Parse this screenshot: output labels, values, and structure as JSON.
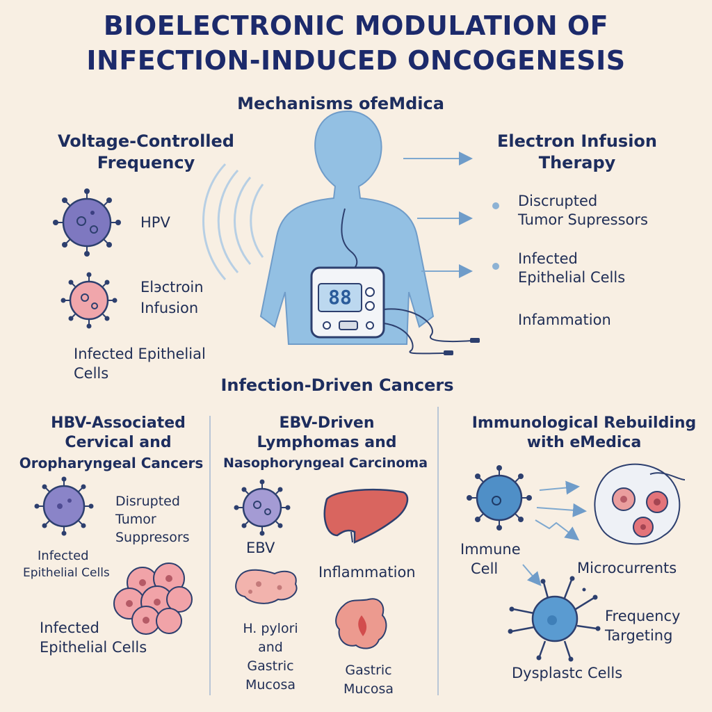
{
  "title": {
    "line1": "BIOELECTRONIC MODULATION OF",
    "line2": "INFECTION-INDUCED ONCOGENESIS"
  },
  "mechanisms": {
    "heading": "Mechanisms ofeMdica",
    "left": {
      "heading_line1": "Voltage-Controlled",
      "heading_line2": "Frequency",
      "item1": "HPV",
      "item2_line1": "Elэctroin",
      "item2_line2": "Infusion",
      "item3_line1": "Infected Epithelial",
      "item3_line2": "Cells"
    },
    "device_display": "88",
    "right": {
      "heading_line1": "Electron Infusion",
      "heading_line2": "Therapy",
      "item1_line1": "Discrupted",
      "item1_line2": "Tumor Supressors",
      "item2_line1": "Infected",
      "item2_line2": "Epithelial Cells",
      "item3": "Infammation"
    }
  },
  "cancers": {
    "heading": "Infection-Driven Cancers",
    "col1": {
      "heading_line1": "HBV-Associated",
      "heading_line2": "Cervical and",
      "heading_line3": "Oropharyngeal Cancers",
      "label1_line1": "Disrupted",
      "label1_line2": "Tumor",
      "label1_line3": "Suppresors",
      "label2_line1": "Infected",
      "label2_line2": "Epithelial Cells",
      "label3_line1": "Infected",
      "label3_line2": "Epithelial Cells"
    },
    "col2": {
      "heading_line1": "EBV-Driven",
      "heading_line2": "Lymphomas and",
      "heading_line3": "Nasophoryngeal Carcinoma",
      "label1": "EBV",
      "label2": "Inflammation",
      "label3_line1": "H. pylori",
      "label3_line2": "and",
      "label3_line3": "Gastric",
      "label3_line4": "Mucosa",
      "label4_line1": "Gastric",
      "label4_line2": "Mucosa"
    },
    "col3": {
      "heading_line1": "Immunological Rebuilding",
      "heading_line2": "with eMedica",
      "label1_line1": "Immune",
      "label1_line2": "Cell",
      "label2": "Microcurrents",
      "label3_line1": "Frequency",
      "label3_line2": "Targeting",
      "label4": "Dysplastc Cells"
    }
  },
  "colors": {
    "background": "#f8efe3",
    "title": "#1c2a6b",
    "body_blue": "#8fbde0",
    "virus_purple": "#7e78c0",
    "pink_cell": "#e58a8f",
    "liver": "#d9655f",
    "immune_blue": "#4f8fc7"
  }
}
